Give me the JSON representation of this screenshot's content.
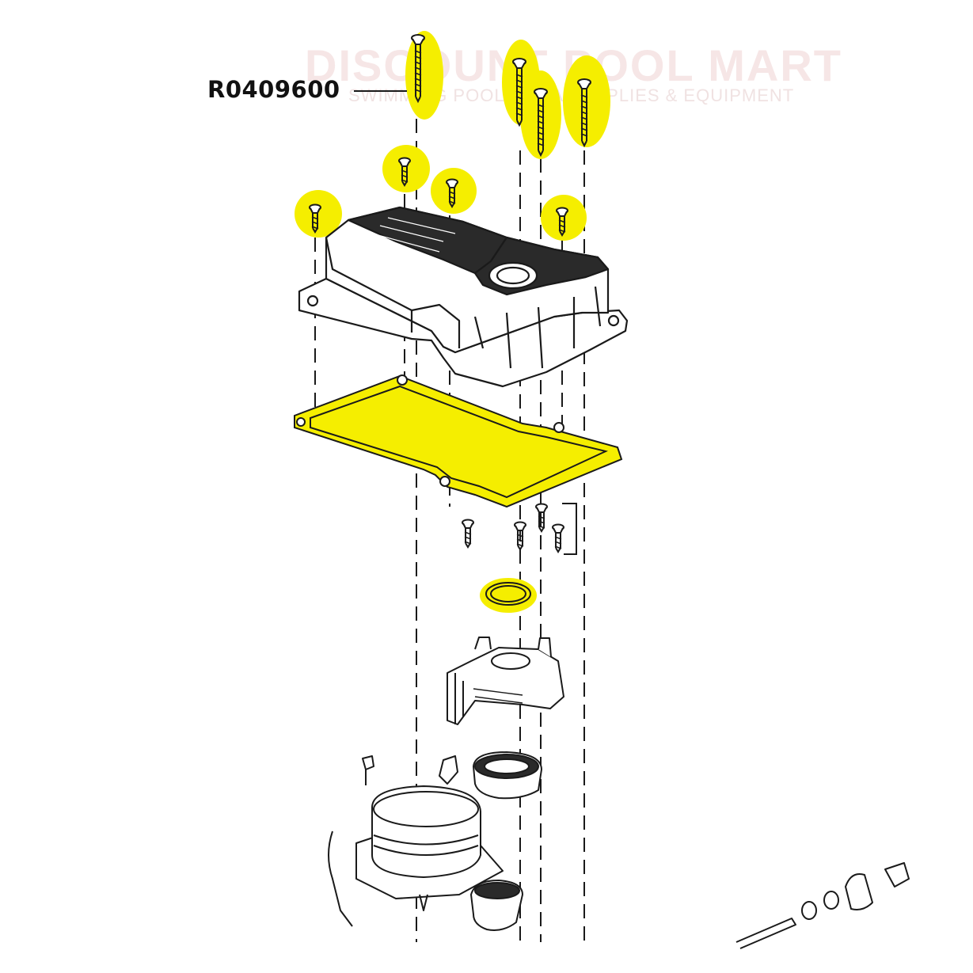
{
  "label": {
    "part_number": "R0409600"
  },
  "watermark": {
    "brand": "DISCOUNT POOL MART",
    "tagline": "SWIMMING POOL & SPA SUPPLIES & EQUIPMENT"
  },
  "colors": {
    "highlight": "#f5ee00",
    "line": "#1a1a1a",
    "watermark": "#f3dede",
    "background": "#ffffff"
  },
  "highlighted_parts": [
    "long-screw",
    "short-screw",
    "gasket",
    "o-ring"
  ]
}
